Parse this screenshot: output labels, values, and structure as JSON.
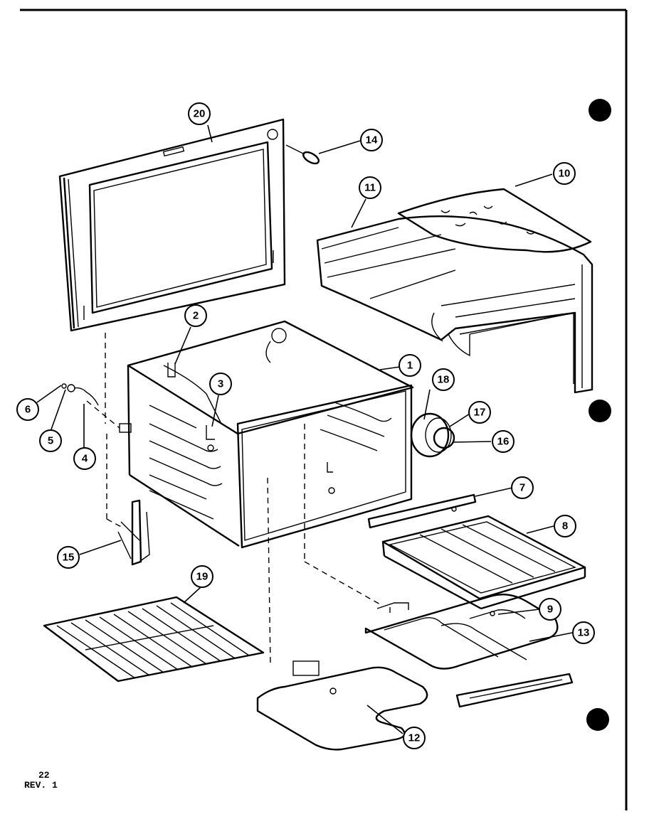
{
  "callouts": [
    {
      "label": "1"
    },
    {
      "label": "2"
    },
    {
      "label": "3"
    },
    {
      "label": "4"
    },
    {
      "label": "5"
    },
    {
      "label": "6"
    },
    {
      "label": "7"
    },
    {
      "label": "8"
    },
    {
      "label": "9"
    },
    {
      "label": "10"
    },
    {
      "label": "11"
    },
    {
      "label": "12"
    },
    {
      "label": "13"
    },
    {
      "label": "14"
    },
    {
      "label": "15"
    },
    {
      "label": "16"
    },
    {
      "label": "17"
    },
    {
      "label": "18"
    },
    {
      "label": "19"
    },
    {
      "label": "20"
    }
  ],
  "footer": {
    "page_number": "22",
    "revision": "REV. 1"
  }
}
